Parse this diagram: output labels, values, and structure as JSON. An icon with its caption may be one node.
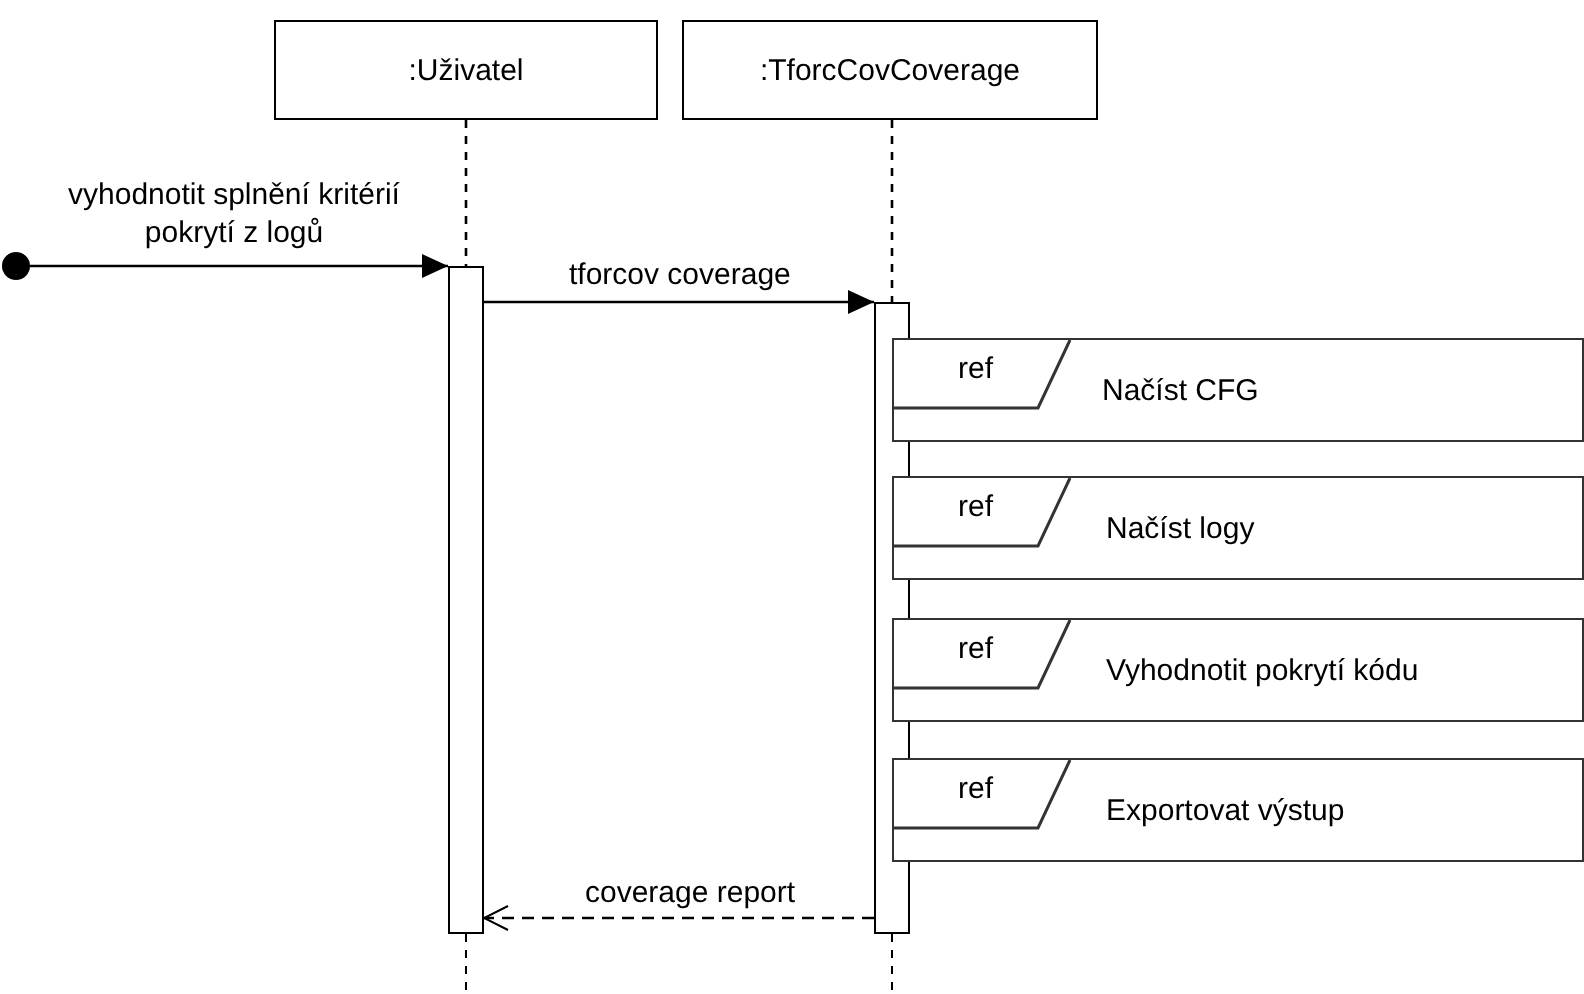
{
  "diagram": {
    "nodes": [
      {
        "text": [
          ":Uživatel"
        ]
      },
      {
        "text": [
          ":TforcCovCoverage"
        ]
      },
      {
        "text": [],
        "shape": "circle"
      },
      {
        "text": [],
        "shape": "bar"
      },
      {
        "text": [],
        "shape": "bar"
      },
      {
        "text": [
          "ref",
          "Načíst CFG"
        ]
      },
      {
        "text": [
          "ref",
          "Načíst logy"
        ]
      },
      {
        "text": [
          "ref",
          "Vyhodnotit pokrytí kódu"
        ]
      },
      {
        "text": [
          "ref",
          "Exportovat výstup"
        ]
      }
    ],
    "edges": [
      {
        "from": 0,
        "to": 3,
        "arrow": "none",
        "style": "dashed"
      },
      {
        "from": 1,
        "to": 4,
        "arrow": "none",
        "style": "dashed"
      },
      {
        "from": 2,
        "to": 3,
        "arrow": "to",
        "label": "vyhodnotit splnění kritérií pokrytí z logů"
      },
      {
        "from": 3,
        "to": 4,
        "arrow": "to",
        "label": "tforcov coverage"
      },
      {
        "from": 4,
        "to": 3,
        "arrow": "to",
        "label": "coverage report",
        "style": "dashed"
      }
    ]
  }
}
